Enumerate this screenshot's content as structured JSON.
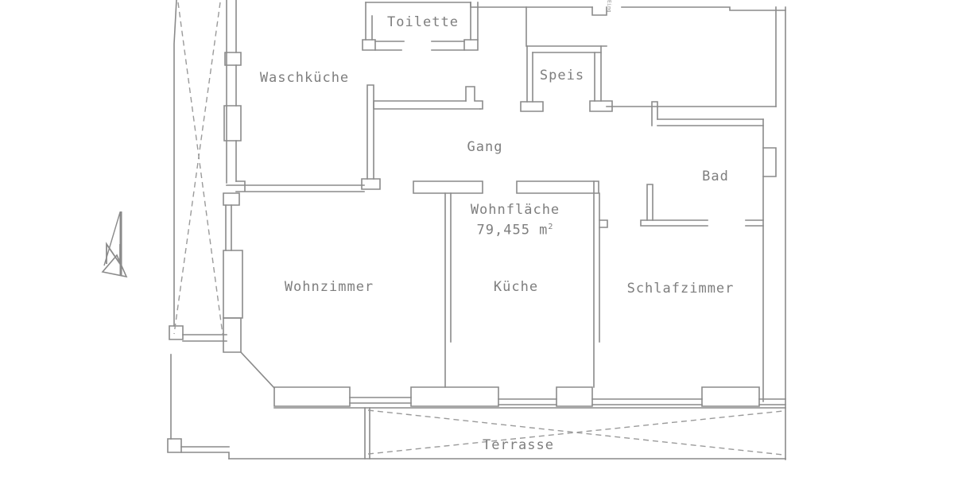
{
  "drawing": {
    "type": "floor-plan",
    "line_color": "#8a8a8a",
    "text_color": "#7e7e7e",
    "background": "#ffffff",
    "rooms": [
      {
        "key": "waschkueche",
        "label": "Waschküche"
      },
      {
        "key": "toilette",
        "label": "Toilette"
      },
      {
        "key": "speis",
        "label": "Speis"
      },
      {
        "key": "gang",
        "label": "Gang"
      },
      {
        "key": "bad",
        "label": "Bad"
      },
      {
        "key": "wohnzimmer",
        "label": "Wohnzimmer"
      },
      {
        "key": "kueche",
        "label": "Küche"
      },
      {
        "key": "schlafzimmer",
        "label": "Schlafzimmer"
      },
      {
        "key": "terrasse",
        "label": "Terrasse"
      }
    ],
    "area": {
      "label": "Wohnfläche",
      "value": "79,455 m",
      "sup": "2"
    },
    "entrance_label": "Eing",
    "north_label": "N"
  }
}
